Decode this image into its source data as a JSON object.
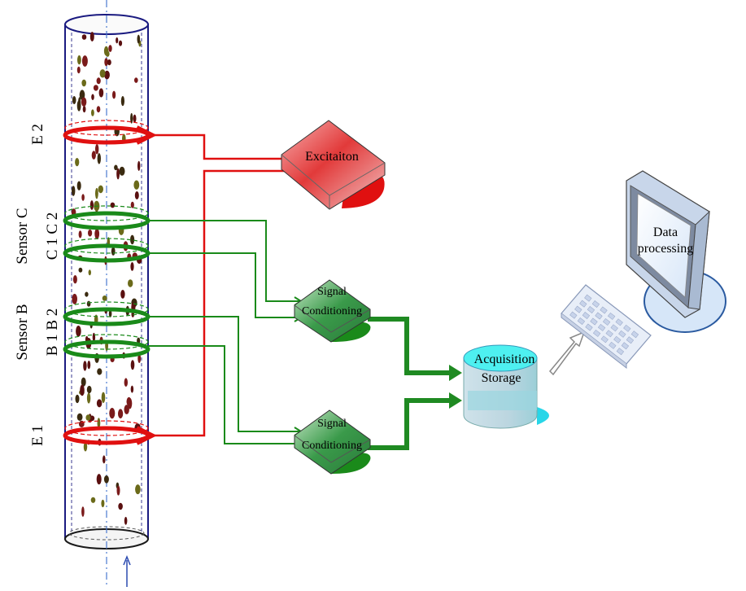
{
  "labels": {
    "e2": "E 2",
    "e1": "E 1",
    "sensor_c": "Sensor C",
    "c_pair": "C 1 C 2",
    "sensor_b": "Sensor B",
    "b_pair": "B 1 B 2"
  },
  "blocks": {
    "excitation": "Excitaiton",
    "signal_conditioning_top": [
      "Signal",
      "Conditioning"
    ],
    "signal_conditioning_bottom": [
      "Signal",
      "Conditioning"
    ],
    "acquisition_storage": [
      "Acquisition",
      "Storage"
    ],
    "data_processing": [
      "Data",
      "processing"
    ]
  },
  "colors": {
    "excitation": "#e01010",
    "signal": "#1a8a1a",
    "pipe_outline": "#1a1a80",
    "centerline": "#4a7ad0"
  }
}
